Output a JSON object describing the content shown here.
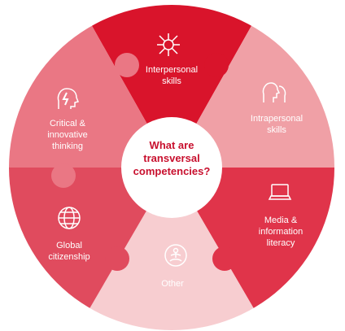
{
  "title": "What are\ntransversal\ncompetencies?",
  "segments": [
    {
      "label": "Interpersonal\nskills",
      "color": "#d9142b",
      "icon": "brain-network-icon"
    },
    {
      "label": "Intrapersonal\nskills",
      "color": "#f0a0a6",
      "icon": "two-heads-icon"
    },
    {
      "label": "Media &\ninformation\nliteracy",
      "color": "#e0344a",
      "icon": "laptop-icon"
    },
    {
      "label": "Other",
      "color": "#f7cdd0",
      "icon": "meditation-icon"
    },
    {
      "label": "Global\ncitizenship",
      "color": "#e04b5e",
      "icon": "globe-icon"
    },
    {
      "label": "Critical &\ninnovative\nthinking",
      "color": "#ea7784",
      "icon": "head-lightning-icon"
    }
  ]
}
